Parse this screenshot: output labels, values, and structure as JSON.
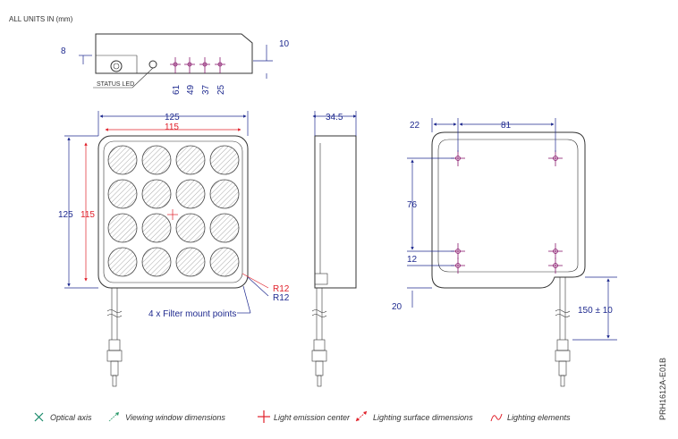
{
  "header": {
    "units_note": "ALL UNITS IN (mm)"
  },
  "top_view": {
    "dim_height": "8",
    "dim_right": "10",
    "status_led_label": "STATUS LED",
    "offsets": [
      "61",
      "49",
      "37",
      "25"
    ]
  },
  "front_view": {
    "width_outer": "125",
    "width_inner": "115",
    "height_outer": "125",
    "height_inner": "115",
    "radius_red": "R12",
    "radius_blue": "R12",
    "filter_note": "4 x Filter mount points"
  },
  "side_view": {
    "depth": "34.5"
  },
  "back_view": {
    "left_offset": "22",
    "hole_spacing_x": "81",
    "hole_spacing_y": "76",
    "small_gap": "12",
    "bottom_offset": "20",
    "cable_length": "150 ± 10"
  },
  "legend": [
    {
      "label": "Optical axis",
      "icon": "cross-x-icon",
      "color": "#1a8a6a"
    },
    {
      "label": "Viewing window dimensions",
      "icon": "diagonal-arrow-icon",
      "color": "#2a9a6a"
    },
    {
      "label": "Light emission center",
      "icon": "red-plus-icon",
      "color": "#e0202a"
    },
    {
      "label": "Lighting surface dimensions",
      "icon": "diagonal-arrow-icon",
      "color": "#e0202a"
    },
    {
      "label": "Lighting elements",
      "icon": "wave-icon",
      "color": "#e0202a"
    }
  ],
  "part_code": "PRH1612A-E01B"
}
